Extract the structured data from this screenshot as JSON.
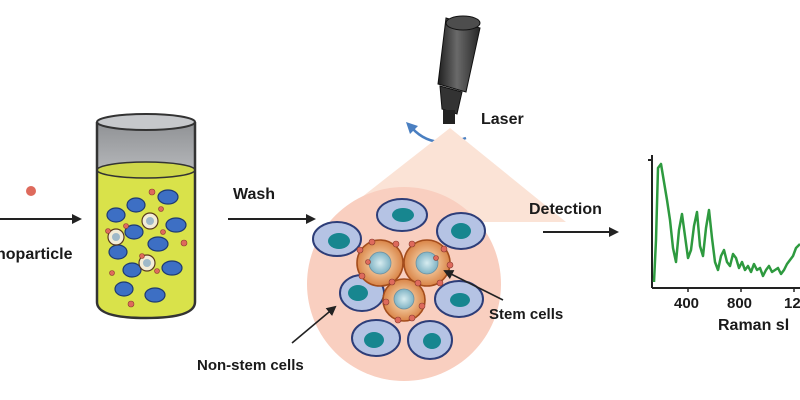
{
  "labels": {
    "nanoparticle": "noparticle",
    "wash": "Wash",
    "laser": "Laser",
    "detection": "Detection",
    "stem_cells": "Stem cells",
    "non_stem_cells": "Non-stem cells",
    "spectrum_xlabel": "Raman sl",
    "ticks": [
      "400",
      "800",
      "12"
    ]
  },
  "colors": {
    "medium": "#d9e24a",
    "cap": "#a9abae",
    "non_stem_cytoplasm": "#b5c3e4",
    "non_stem_nucleus": "#17868f",
    "stem_cell": "#e7a069",
    "spectrum": "#2e9a3f",
    "cone": "#fbe3d6",
    "disc": "#f9cfc0",
    "nanoparticle": "#de6a5c"
  }
}
